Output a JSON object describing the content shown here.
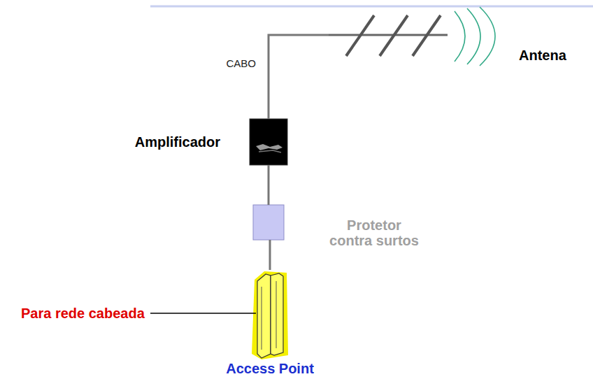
{
  "diagram": {
    "nodes": [
      {
        "text": [
          "Antena"
        ]
      },
      {
        "text": [
          "Amplificador"
        ]
      },
      {
        "text": [
          "Protetor contra surtos"
        ]
      },
      {
        "text": [
          "Access Point"
        ]
      }
    ],
    "edges": [
      {
        "from": 0,
        "to": 1,
        "arrow": "none",
        "label": "CABO"
      },
      {
        "from": 1,
        "to": 2,
        "arrow": "none"
      },
      {
        "from": 2,
        "to": 3,
        "arrow": "none"
      }
    ],
    "labels": [
      "Para rede cabeada"
    ]
  }
}
